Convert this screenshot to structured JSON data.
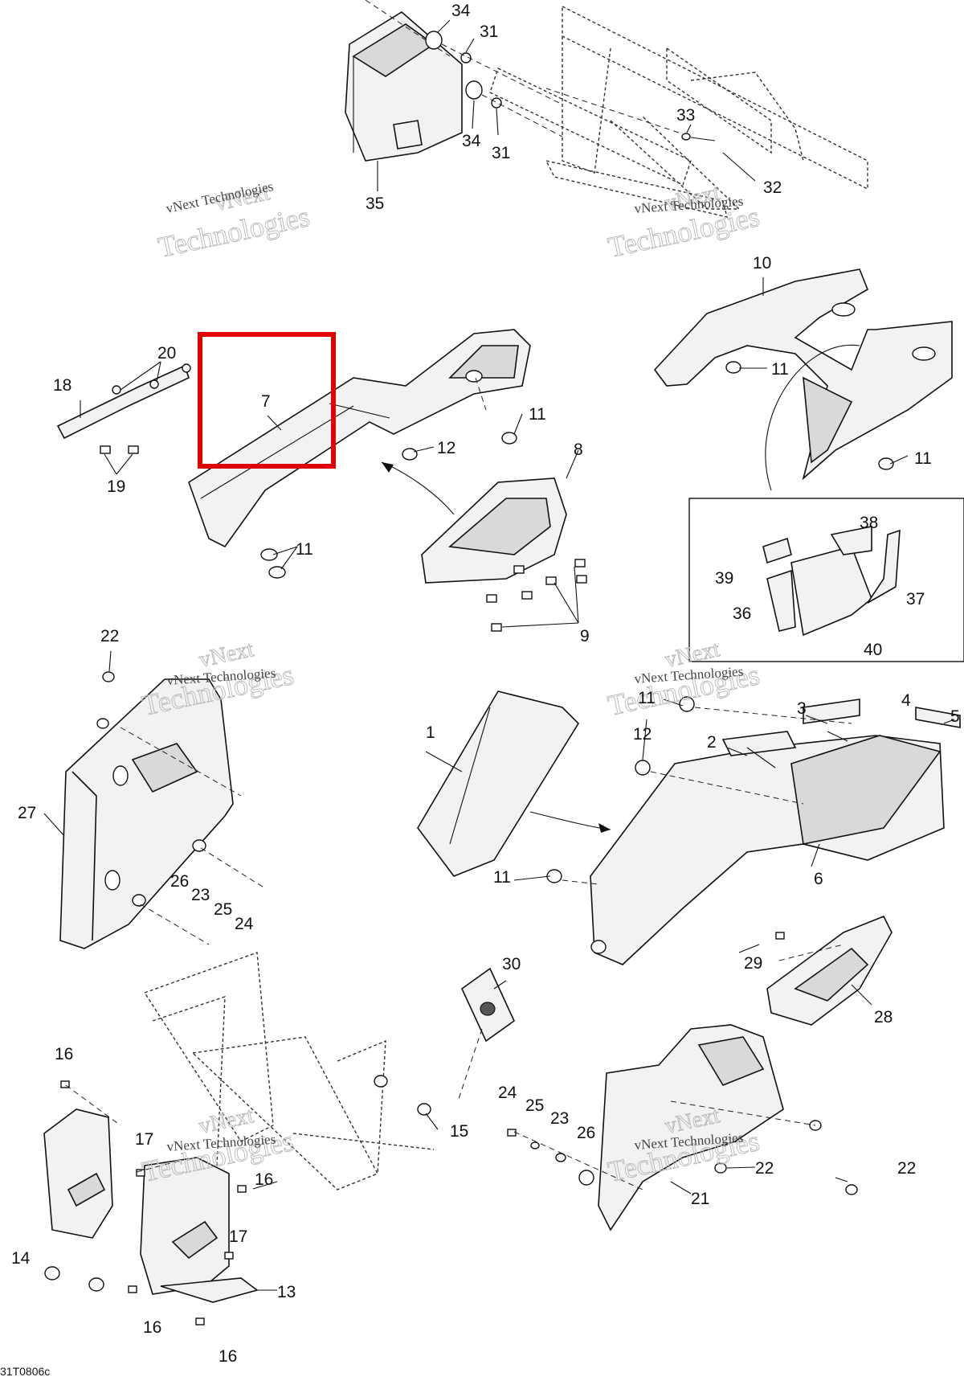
{
  "document_ref": "31T0806c",
  "watermark": {
    "line1": "vNext",
    "line2": "vNext Technologies",
    "line3": "Technologies"
  },
  "highlighted_callout": "7",
  "callouts": {
    "c1": "1",
    "c2": "2",
    "c3": "3",
    "c4": "4",
    "c5": "5",
    "c6": "6",
    "c7": "7",
    "c8": "8",
    "c9": "9",
    "c10": "10",
    "c11a": "11",
    "c11b": "11",
    "c11c": "11",
    "c11d": "11",
    "c11e": "11",
    "c11f": "11",
    "c12a": "12",
    "c12b": "12",
    "c13": "13",
    "c14": "14",
    "c15": "15",
    "c16a": "16",
    "c16b": "16",
    "c16c": "16",
    "c16d": "16",
    "c17a": "17",
    "c17b": "17",
    "c18": "18",
    "c19": "19",
    "c20": "20",
    "c21": "21",
    "c22a": "22",
    "c22b": "22",
    "c22c": "22",
    "c23a": "23",
    "c23b": "23",
    "c24a": "24",
    "c24b": "24",
    "c25a": "25",
    "c25b": "25",
    "c26a": "26",
    "c26b": "26",
    "c27": "27",
    "c28": "28",
    "c29": "29",
    "c30": "30",
    "c31a": "31",
    "c31b": "31",
    "c32": "32",
    "c33": "33",
    "c34a": "34",
    "c34b": "34",
    "c35": "35",
    "c36": "36",
    "c37": "37",
    "c38": "38",
    "c39": "39",
    "c40": "40"
  }
}
